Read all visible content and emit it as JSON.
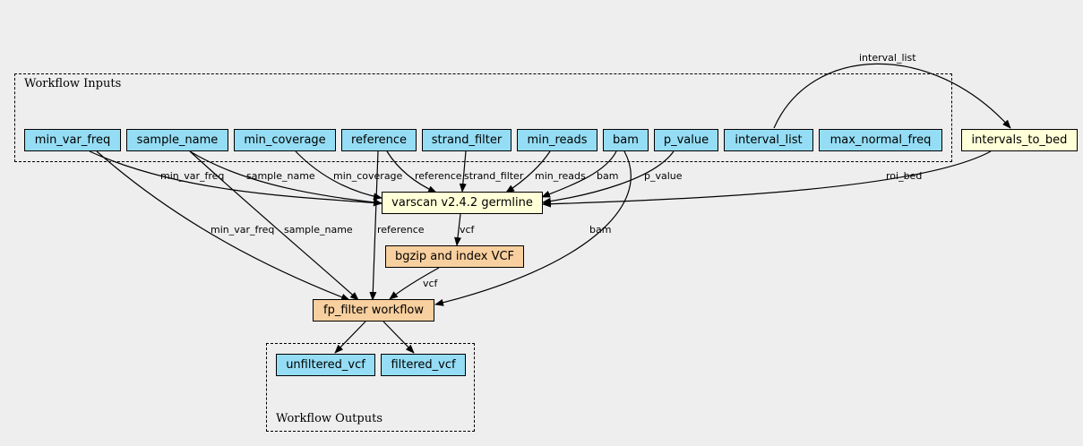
{
  "clusters": {
    "inputs_label": "Workflow Inputs",
    "outputs_label": "Workflow Outputs"
  },
  "nodes": {
    "min_var_freq": "min_var_freq",
    "sample_name": "sample_name",
    "min_coverage": "min_coverage",
    "reference": "reference",
    "strand_filter": "strand_filter",
    "min_reads": "min_reads",
    "bam": "bam",
    "p_value": "p_value",
    "interval_list": "interval_list",
    "max_normal_freq": "max_normal_freq",
    "intervals_to_bed": "intervals_to_bed",
    "varscan": "varscan v2.4.2 germline",
    "bgzip": "bgzip and index VCF",
    "fp_filter": "fp_filter workflow",
    "unfiltered_vcf": "unfiltered_vcf",
    "filtered_vcf": "filtered_vcf"
  },
  "edge_labels": {
    "interval_list_to_intervals_to_bed": "interval_list",
    "min_var_freq_to_varscan": "min_var_freq",
    "sample_name_to_varscan": "sample_name",
    "min_coverage_to_varscan": "min_coverage",
    "reference_to_varscan": "reference",
    "strand_filter_to_varscan": "strand_filter",
    "min_reads_to_varscan": "min_reads",
    "bam_to_varscan": "bam",
    "p_value_to_varscan": "p_value",
    "roi_bed_to_varscan": "roi_bed",
    "min_var_freq_to_fp": "min_var_freq",
    "sample_name_to_fp": "sample_name",
    "reference_to_fp": "reference",
    "varscan_to_bgzip": "vcf",
    "bam_to_fp": "bam",
    "bgzip_to_fp": "vcf"
  },
  "colors": {
    "input_fill": "#94ddf4",
    "tool_fill": "#ffffd8",
    "subworkflow_fill": "#f8cf9e",
    "background": "#eeeeee"
  }
}
